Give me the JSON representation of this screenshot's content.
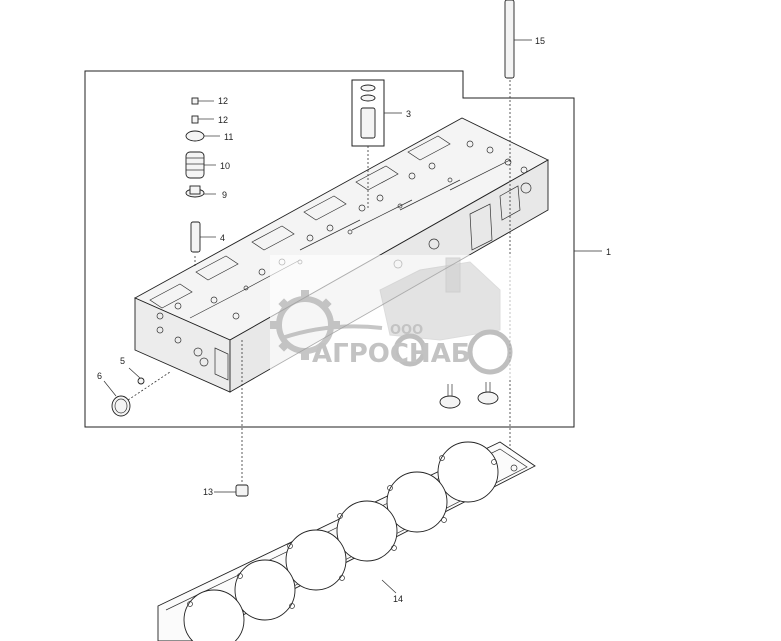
{
  "diagram": {
    "callouts": {
      "c1": "1",
      "c3": "3",
      "c4": "4",
      "c5": "5",
      "c6": "6",
      "c9": "9",
      "c10": "10",
      "c11": "11",
      "c12a": "12",
      "c12b": "12",
      "c13": "13",
      "c14": "14",
      "c15": "15"
    },
    "watermark": {
      "line1": "ООО",
      "line2": "АГРОСНАБ"
    }
  }
}
